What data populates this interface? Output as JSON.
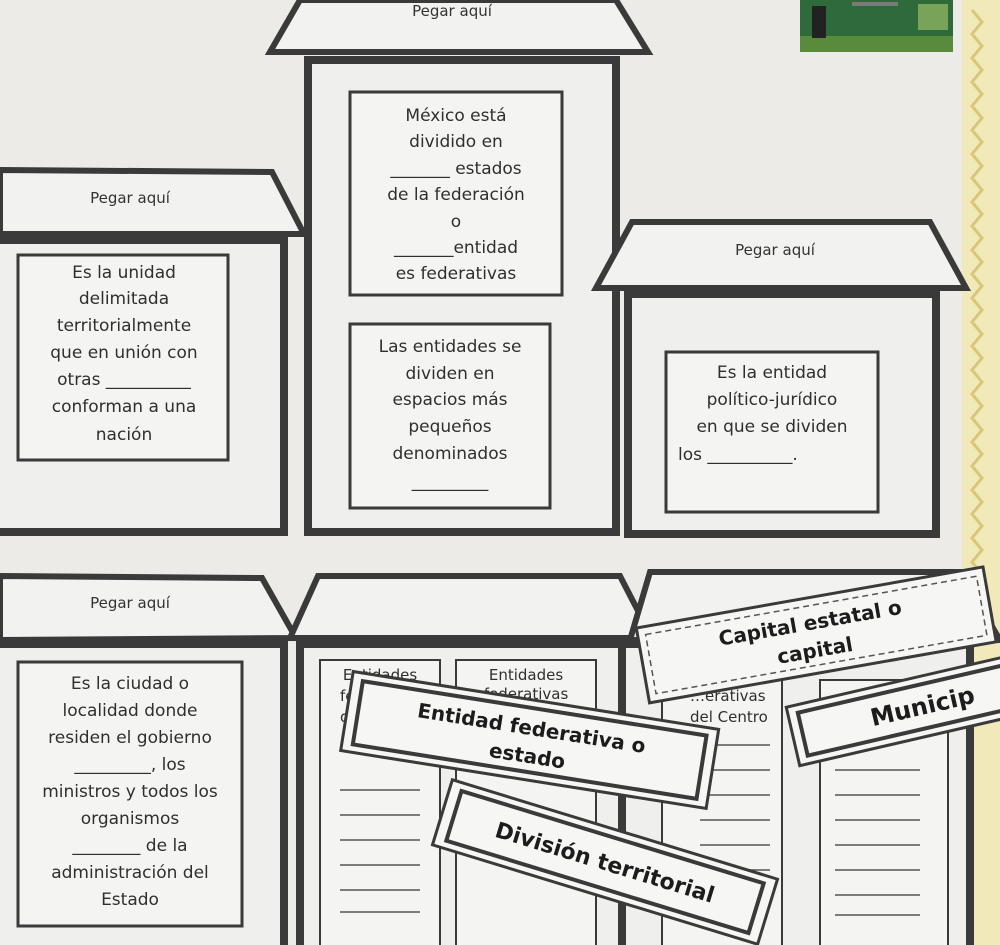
{
  "top_house": {
    "roof_label": "Pegar aquí",
    "box1_lines": [
      "México está",
      "dividido en",
      "_______ estados",
      "de la federación",
      "o",
      "_______entidad",
      "es federativas"
    ],
    "box2_lines": [
      "Las entidades se",
      "dividen en",
      "espacios más",
      "pequeños",
      "denominados",
      "_________"
    ]
  },
  "left_house": {
    "roof_label": "Pegar aquí",
    "box_lines": [
      "Es la unidad",
      "delimitada",
      "territorialmente",
      "que en unión con",
      "otras __________",
      "conforman a una",
      "nación"
    ]
  },
  "right_house": {
    "roof_label": "Pegar aquí",
    "box_lines": [
      "Es la entidad",
      "político-jurídico",
      "en que se dividen",
      "los __________."
    ]
  },
  "bottom_left_house": {
    "roof_label": "Pegar aquí",
    "box_lines": [
      "Es la ciudad o",
      "localidad donde",
      "residen el gobierno",
      "_________, los",
      "ministros y todos los",
      "organismos",
      "________ de la",
      "administración del",
      "Estado"
    ]
  },
  "bottom_middle_house": {
    "col1_header": [
      "Entidades",
      "feder"
    ],
    "col1_fragment": "del",
    "col2_header": [
      "Entidades",
      "federativas"
    ],
    "col3_fragment_1": "…erativas",
    "col3_fragment_2": "del Centro"
  },
  "strips": {
    "capital": [
      "Capital estatal o",
      "capital"
    ],
    "entidad": [
      "Entidad federativa o",
      "estado"
    ],
    "division": "División territorial",
    "municipio": "Municip"
  },
  "colors": {
    "paper": "#eeeeec",
    "frame": "#3a3a3a",
    "border_strip": "#f0e6a8",
    "thumbnail_green": "#2f6b3a"
  }
}
